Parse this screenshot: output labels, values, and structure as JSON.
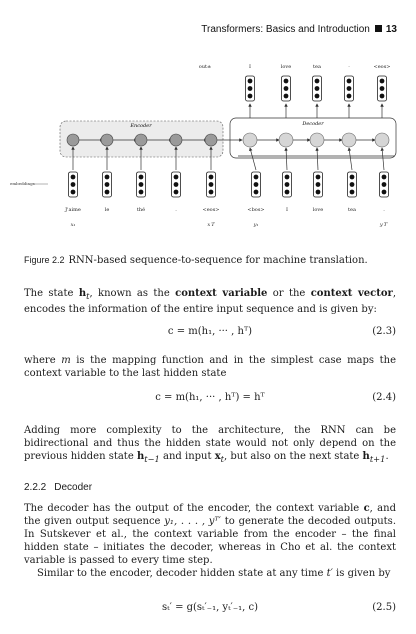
{
  "header": {
    "title": "Transformers: Basics and Introduction",
    "page": "13"
  },
  "figure": {
    "outputs": [
      "out±",
      "I",
      "love",
      "tea",
      "·",
      "<eos>"
    ],
    "encoder_label": "Encoder",
    "decoder_label": "Decoder",
    "embedding_label": "embeddings",
    "inputs": [
      "J'aime",
      "le",
      "thé",
      ".",
      "<eos>",
      "<bos>",
      "I",
      "love",
      "tea",
      "."
    ],
    "enc_subs": [
      "x₁",
      "x T"
    ],
    "dec_subs": [
      "y₁",
      "y T′"
    ]
  },
  "caption": {
    "label": "Figure 2.2",
    "text": "RNN-based sequence-to-sequence for machine translation."
  },
  "para1": {
    "t1": "The state ",
    "v1": "h",
    "v1sub": "t",
    "t2": ", known as the ",
    "b1": "context variable",
    "t3": " or the ",
    "b2": "context vector",
    "t4": ", encodes the information of the entire input sequence and is given by:"
  },
  "eq23": {
    "text": "c = m(h₁, ··· , hᵀ)",
    "num": "(2.3)"
  },
  "para2": {
    "t1": "where ",
    "m": "m",
    "t2": " is the mapping function and in the simplest case maps the context variable to the last hidden state"
  },
  "eq24": {
    "text": "c = m(h₁, ··· , hᵀ) = hᵀ",
    "num": "(2.4)"
  },
  "para3": {
    "t1": "Adding more complexity to the architecture, the RNN can be bidirectional and thus the hidden state would not only depend on the previous hidden state ",
    "v1": "h",
    "v1sub": "t−1",
    "t2": " and input ",
    "v2": "x",
    "v2sub": "t",
    "t3": ", but also on the next state ",
    "v3": "h",
    "v3sub": "t+1",
    "t4": "."
  },
  "section": {
    "number": "2.2.2",
    "title": "Decoder"
  },
  "para4": {
    "t1": "The decoder has the output of the encoder, the context variable ",
    "c": "c",
    "t2": ", and the given output sequence ",
    "seq": "y₁, . . . , yᵀ′",
    "t3": " to generate the decoded outputs. In Sutskever et al., the context variable from the encoder – the final hidden state – initiates the decoder, whereas in Cho et al. the context variable is passed to every time step."
  },
  "para5": {
    "t1": "Similar to the encoder, decoder hidden state at any time ",
    "tp": "t′",
    "t2": " is given by"
  },
  "eq25": {
    "text": "sₜ′ = g(sₜ′₋₁, yₜ′₋₁, c)",
    "num": "(2.5)"
  }
}
